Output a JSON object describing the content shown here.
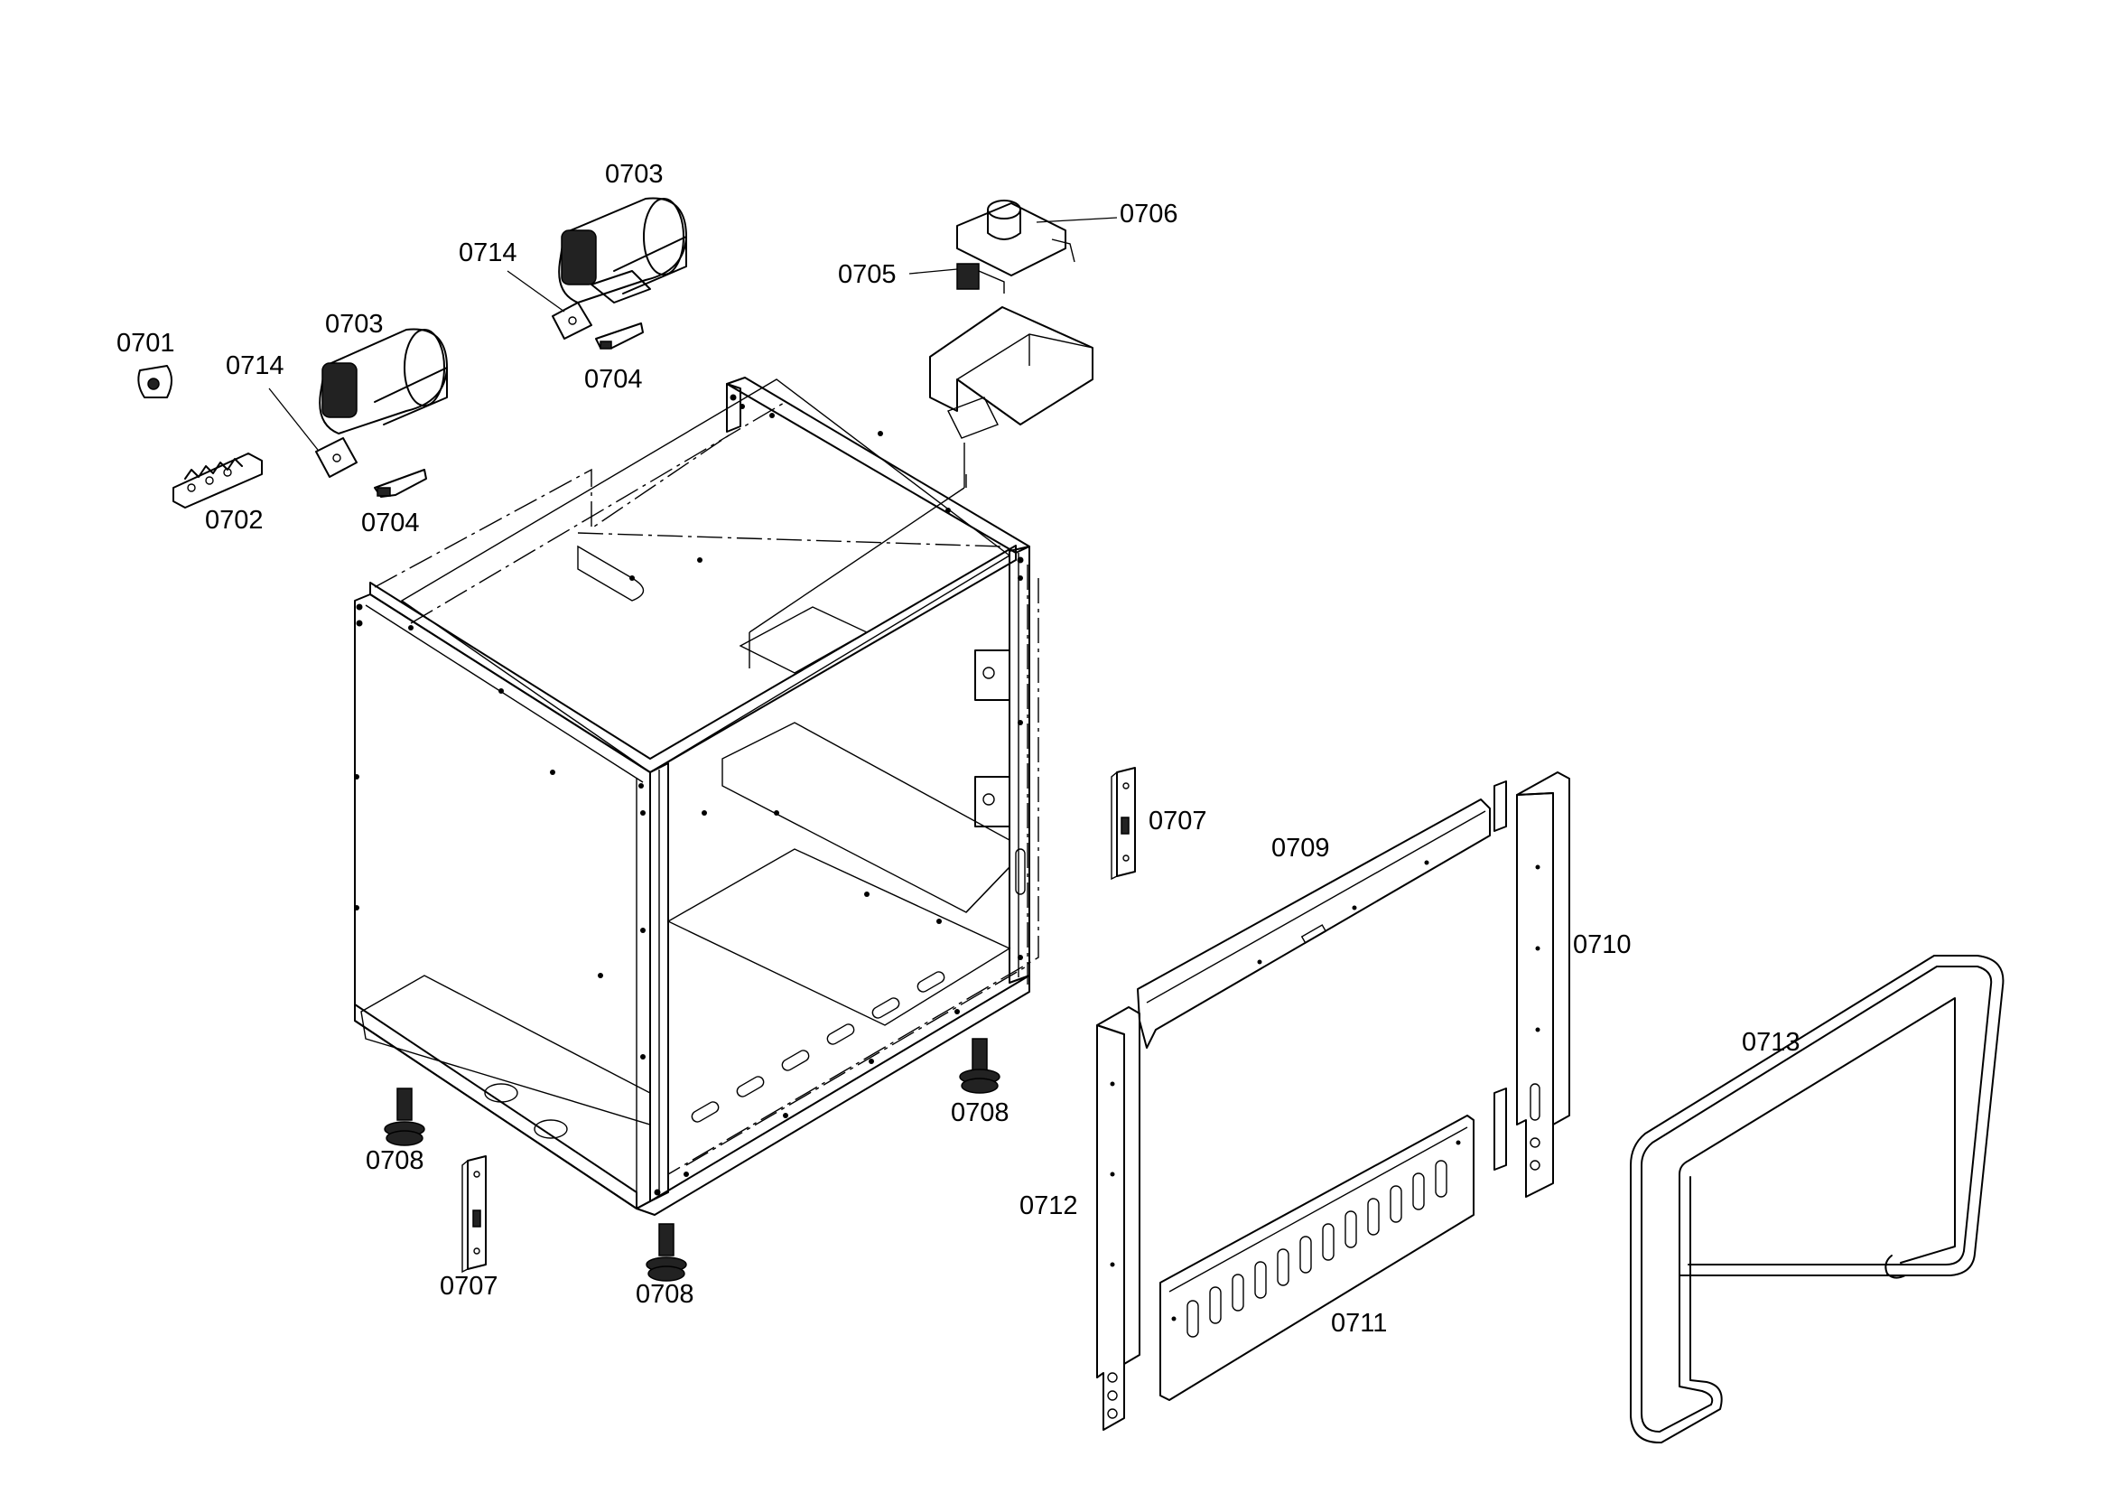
{
  "diagram": {
    "labels": [
      {
        "id": "lbl-0701",
        "text": "0701"
      },
      {
        "id": "lbl-0702",
        "text": "0702"
      },
      {
        "id": "lbl-0703a",
        "text": "0703"
      },
      {
        "id": "lbl-0703b",
        "text": "0703"
      },
      {
        "id": "lbl-0704a",
        "text": "0704"
      },
      {
        "id": "lbl-0704b",
        "text": "0704"
      },
      {
        "id": "lbl-0705",
        "text": "0705"
      },
      {
        "id": "lbl-0706",
        "text": "0706"
      },
      {
        "id": "lbl-0707a",
        "text": "0707"
      },
      {
        "id": "lbl-0707b",
        "text": "0707"
      },
      {
        "id": "lbl-0708a",
        "text": "0708"
      },
      {
        "id": "lbl-0708b",
        "text": "0708"
      },
      {
        "id": "lbl-0708c",
        "text": "0708"
      },
      {
        "id": "lbl-0709",
        "text": "0709"
      },
      {
        "id": "lbl-0710",
        "text": "0710"
      },
      {
        "id": "lbl-0711",
        "text": "0711"
      },
      {
        "id": "lbl-0712",
        "text": "0712"
      },
      {
        "id": "lbl-0713",
        "text": "0713"
      },
      {
        "id": "lbl-0714a",
        "text": "0714"
      },
      {
        "id": "lbl-0714b",
        "text": "0714"
      }
    ]
  }
}
